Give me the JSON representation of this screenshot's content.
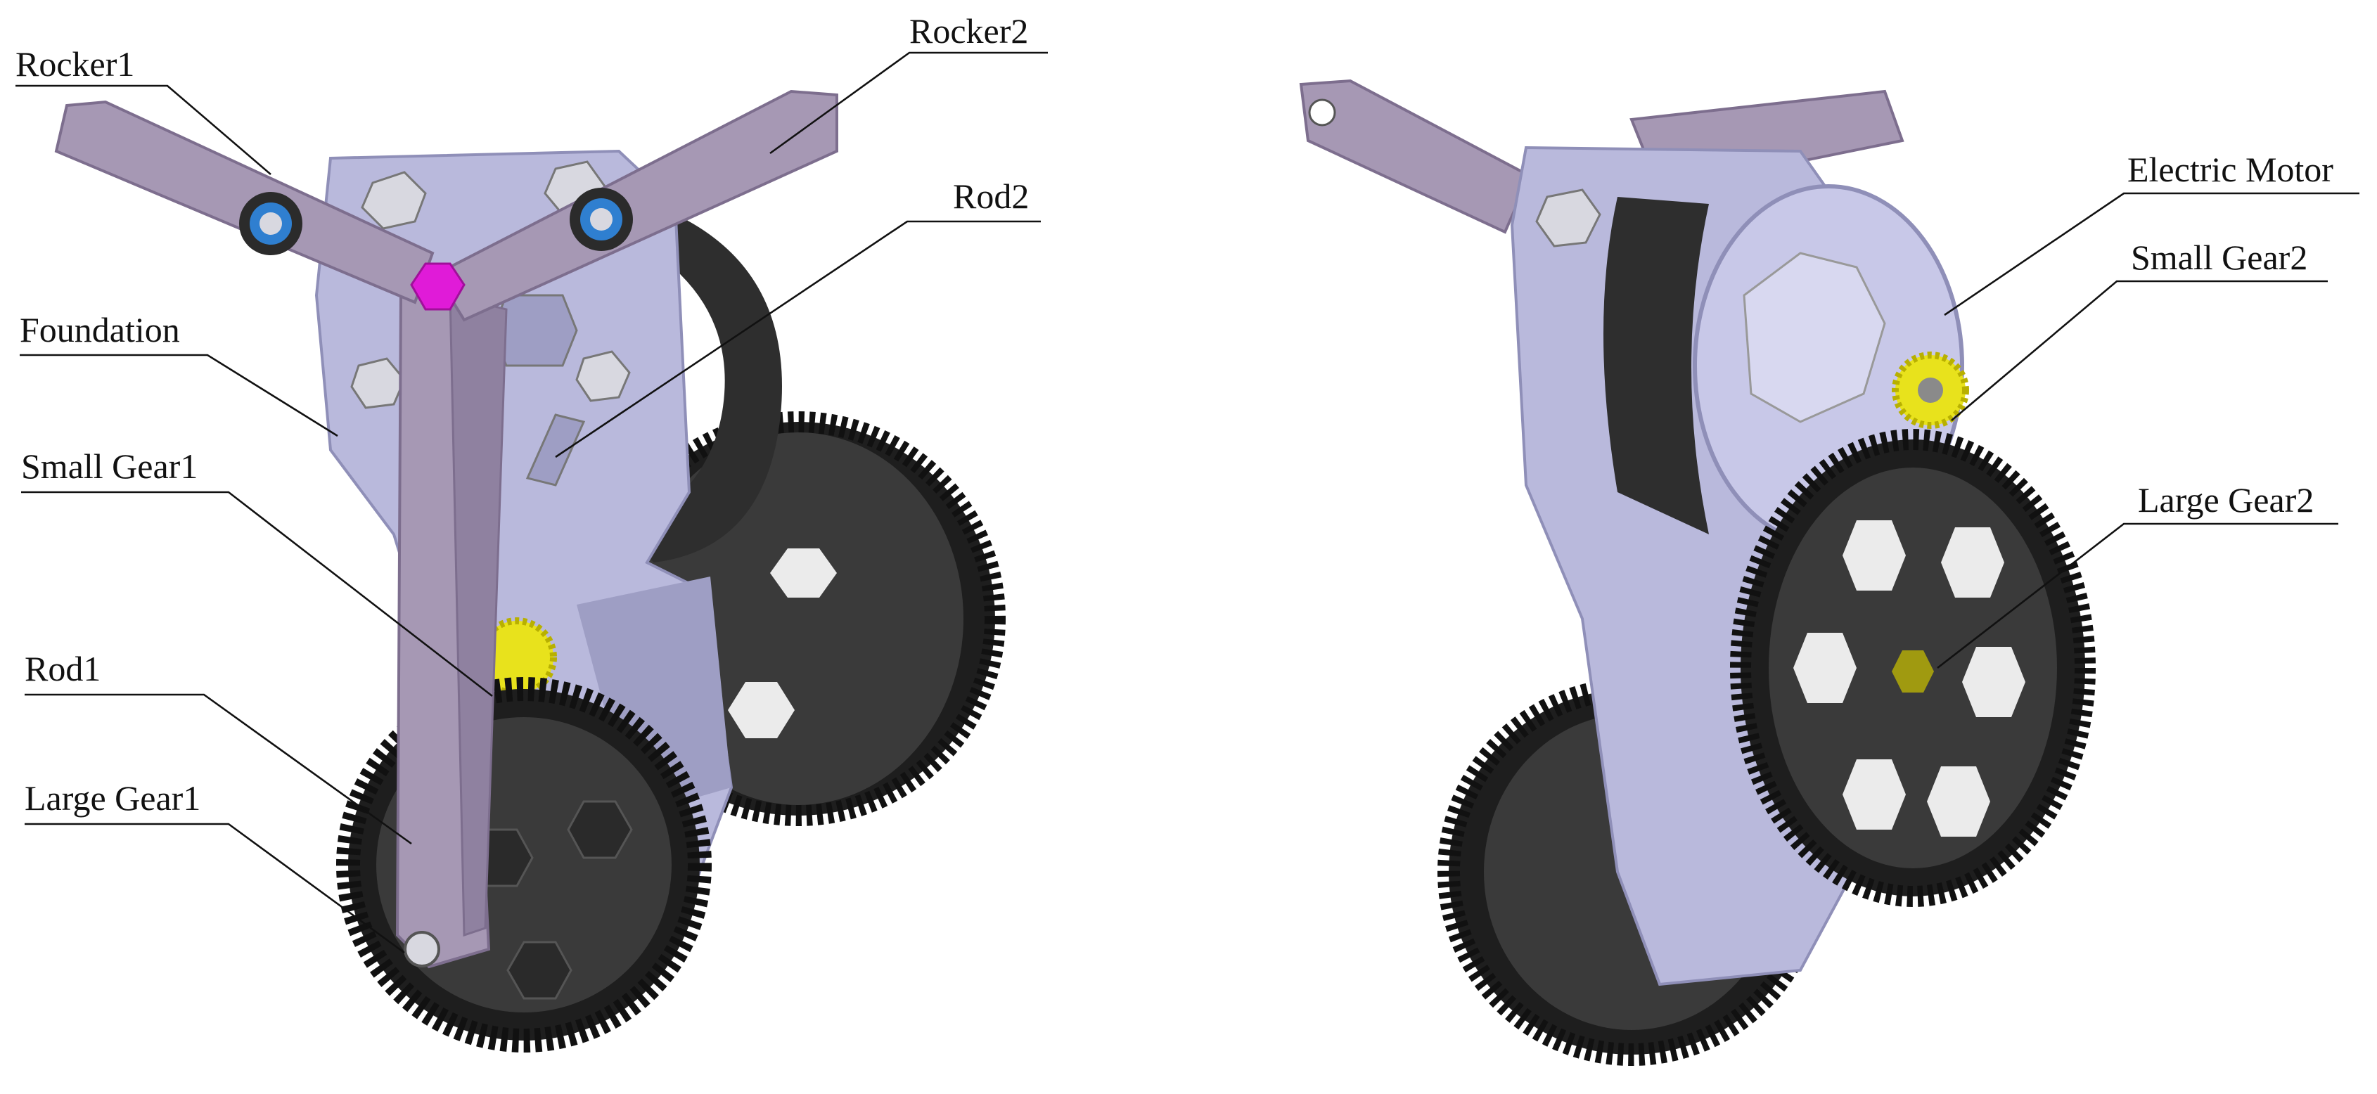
{
  "figure": {
    "left_view": {
      "labels": {
        "rocker1": "Rocker1",
        "rocker2": "Rocker2",
        "rod2": "Rod2",
        "foundation": "Foundation",
        "small_gear1": "Small Gear1",
        "rod1": "Rod1",
        "large_gear1": "Large Gear1"
      }
    },
    "right_view": {
      "labels": {
        "electric_motor": "Electric Motor",
        "small_gear2": "Small Gear2",
        "large_gear2": "Large Gear2"
      }
    }
  },
  "colors": {
    "frame": "#b9b9dc",
    "frame_dark": "#8f8fb8",
    "rocker": "#a698b4",
    "rocker_dark": "#7d6e8e",
    "gear": "#3a3a3a",
    "gear_edge": "#1c1c1c",
    "motor": "#2e2e2e",
    "small_gear": "#e8e21c",
    "pin": "#e01bd8",
    "bolt": "#2f7fd0",
    "nut": "#d8d8e0"
  }
}
